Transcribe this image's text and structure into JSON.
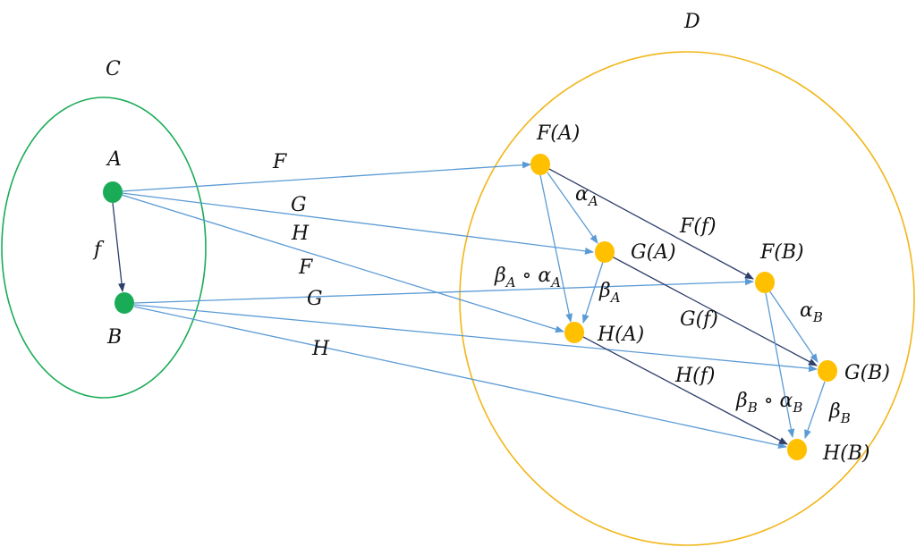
{
  "categories": {
    "source": {
      "label": "C",
      "stroke": "#1aab57"
    },
    "target": {
      "label": "D",
      "stroke": "#f2b619"
    }
  },
  "objects": {
    "A": {
      "label": "A",
      "color": "#1aab57"
    },
    "B": {
      "label": "B",
      "color": "#1aab57"
    },
    "FA": {
      "label": "F(A)",
      "color": "#ffc000"
    },
    "GA": {
      "label": "G(A)",
      "color": "#ffc000"
    },
    "HA": {
      "label": "H(A)",
      "color": "#ffc000"
    },
    "FB": {
      "label": "F(B)",
      "color": "#ffc000"
    },
    "GB": {
      "label": "G(B)",
      "color": "#ffc000"
    },
    "HB": {
      "label": "H(B)",
      "color": "#ffc000"
    }
  },
  "morphisms": {
    "f": "f",
    "Ff": "F(f)",
    "Gf": "G(f)",
    "Hf": "H(f)"
  },
  "functor_labels": {
    "F_A": "F",
    "G_A": "G",
    "H_A": "H",
    "F_B": "F",
    "G_B": "G",
    "H_B": "H"
  },
  "transformations": {
    "alpha_A": {
      "base": "α",
      "sub": "A"
    },
    "beta_A": {
      "base": "β",
      "sub": "A"
    },
    "alpha_B": {
      "base": "α",
      "sub": "B"
    },
    "beta_B": {
      "base": "β",
      "sub": "B"
    },
    "comp_A": {
      "beta": "β",
      "beta_sub": "A",
      "op": " ∘ ",
      "alpha": "α",
      "alpha_sub": "A"
    },
    "comp_B": {
      "beta": "β",
      "beta_sub": "B",
      "op": " ∘ ",
      "alpha": "α",
      "alpha_sub": "B"
    }
  },
  "colors": {
    "functor_arrow": "#5b9bd5",
    "morphism_arrow": "#2f3f6a"
  }
}
